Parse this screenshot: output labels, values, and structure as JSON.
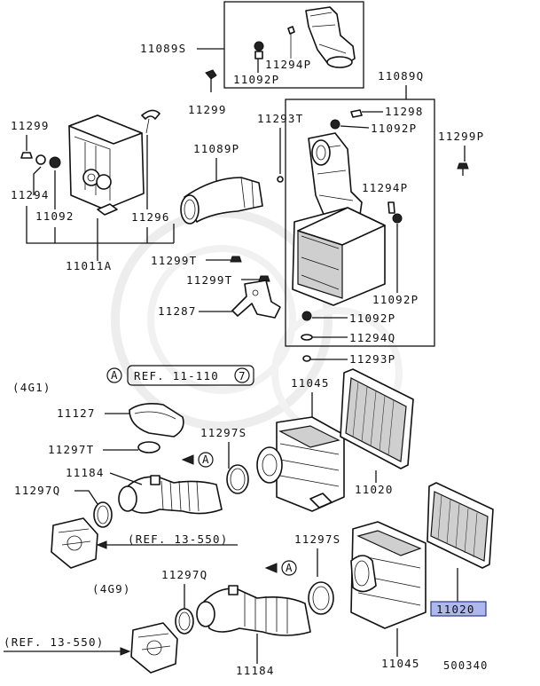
{
  "labels": {
    "l11089S": "11089S",
    "l11294P_top": "11294P",
    "l11092P_top": "11092P",
    "l11299_mid": "11299",
    "l11299_left": "11299",
    "l11294_left": "11294",
    "l11092_left": "11092",
    "l11296": "11296",
    "l11011A": "11011A",
    "l11089P": "11089P",
    "l11293T": "11293T",
    "l11089Q": "11089Q",
    "l11298": "11298",
    "l11092P_r1": "11092P",
    "l11299P": "11299P",
    "l11294P_r": "11294P",
    "l11092P_r2": "11092P",
    "l11092P_r3": "11092P",
    "l11294Q": "11294Q",
    "l11293P": "11293P",
    "l11299T_a": "11299T",
    "l11299T_b": "11299T",
    "l11287": "11287",
    "l4G1": "(4G1)",
    "l4G9": "(4G9)",
    "l11127": "11127",
    "l11297T": "11297T",
    "l11297S_a": "11297S",
    "l11045_top": "11045",
    "l11020_top": "11020",
    "l11184_top": "11184",
    "l11297Q_top": "11297Q",
    "l11297S_b": "11297S",
    "l11297Q_bot": "11297Q",
    "l11184_bot": "11184",
    "l11045_bot": "11045",
    "l11020_hl": "11020",
    "diagram_id": "500340"
  },
  "refs": {
    "ref_11_110_prefix": "REF. 11-110",
    "ref_11_110_circle": "7",
    "ref_13_550_mid": "(REF. 13-550)",
    "ref_13_550_bot": "(REF. 13-550)",
    "marker_a": "A"
  },
  "colors": {
    "highlight_fill": "#aeb8ec",
    "highlight_stroke": "#2a3a8c",
    "ink": "#111111",
    "watermark": "#dcdcdc"
  }
}
